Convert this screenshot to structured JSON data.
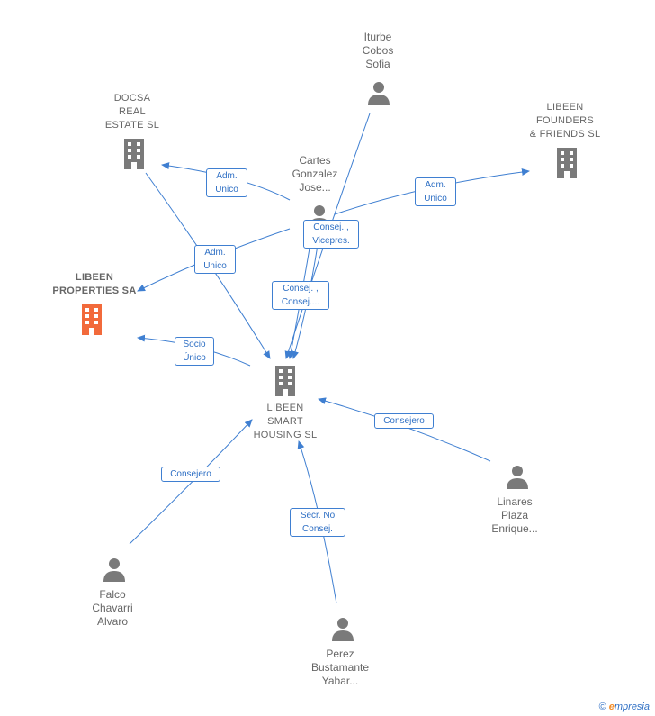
{
  "nodes": {
    "docsa": "DOCSA\nREAL\nESTATE  SL",
    "iturbe": "Iturbe\nCobos\nSofia",
    "libeen_founders": "LIBEEN\nFOUNDERS\n& FRIENDS  SL",
    "cartes": "Cartes\nGonzalez\nJose...",
    "libeen_properties": "LIBEEN\nPROPERTIES SA",
    "libeen_smart": "LIBEEN\nSMART\nHOUSING  SL",
    "linares": "Linares\nPlaza\nEnrique...",
    "falco": "Falco\nChavarri\nAlvaro",
    "perez": "Perez\nBustamante\nYabar..."
  },
  "edges": {
    "adm_unico_docsa": "Adm.\nUnico",
    "adm_unico_founders": "Adm.\nUnico",
    "consej_vicepres": "Consej. ,\nVicepres.",
    "adm_unico_properties": "Adm.\nUnico",
    "consej_consej": "Consej. ,\nConsej....",
    "socio_unico": "Socio\nÚnico",
    "consejero_linares": "Consejero",
    "consejero_falco": "Consejero",
    "secr_no_consej": "Secr.  No\nConsej."
  },
  "footer": {
    "copyright_symbol": "©",
    "brand_initial": "e",
    "brand_rest": "mpresia"
  },
  "colors": {
    "edge": "#3f7fd1",
    "node_icon": "#7a7a7a",
    "focus_icon": "#f26a3b"
  }
}
